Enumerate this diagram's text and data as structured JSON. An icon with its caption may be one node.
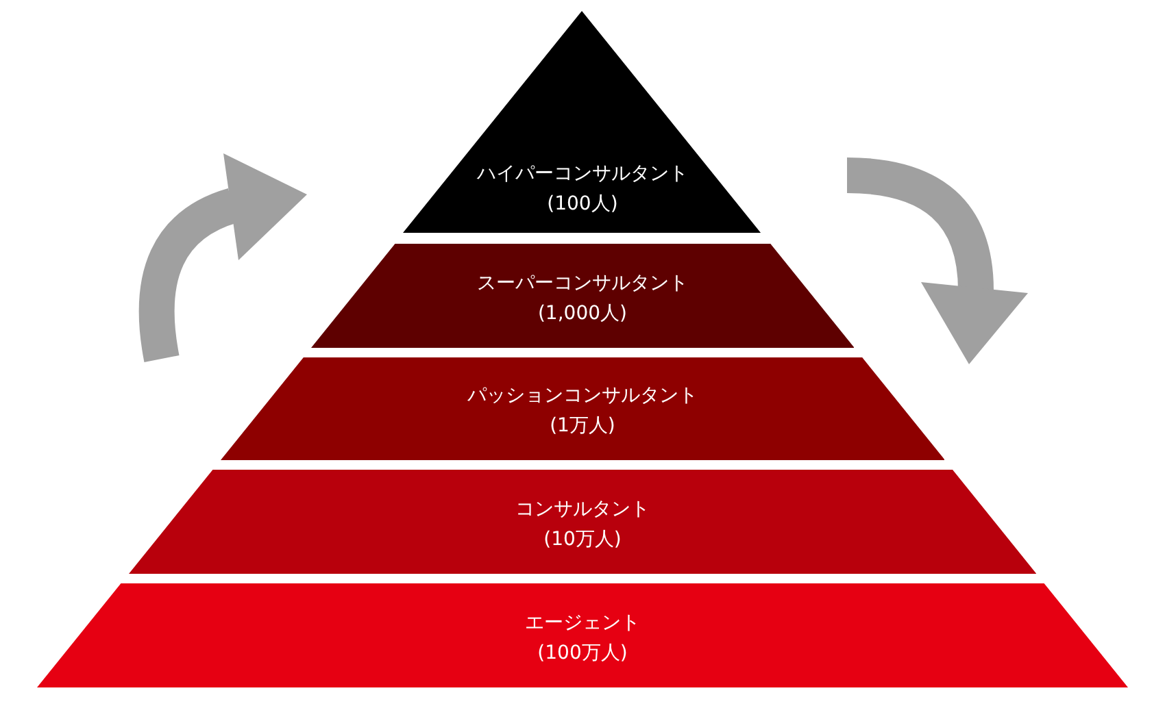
{
  "diagram": {
    "nodes": [
      {
        "text": [
          "ハイパーコンサルタント",
          "(100人)"
        ]
      },
      {
        "text": [
          "スーパーコンサルタント",
          "(1,000人)"
        ]
      },
      {
        "text": [
          "パッションコンサルタント",
          "(1万人)"
        ]
      },
      {
        "text": [
          "コンサルタント",
          "(10万人)"
        ]
      },
      {
        "text": [
          "エージェント",
          "(100万人)"
        ]
      }
    ]
  }
}
